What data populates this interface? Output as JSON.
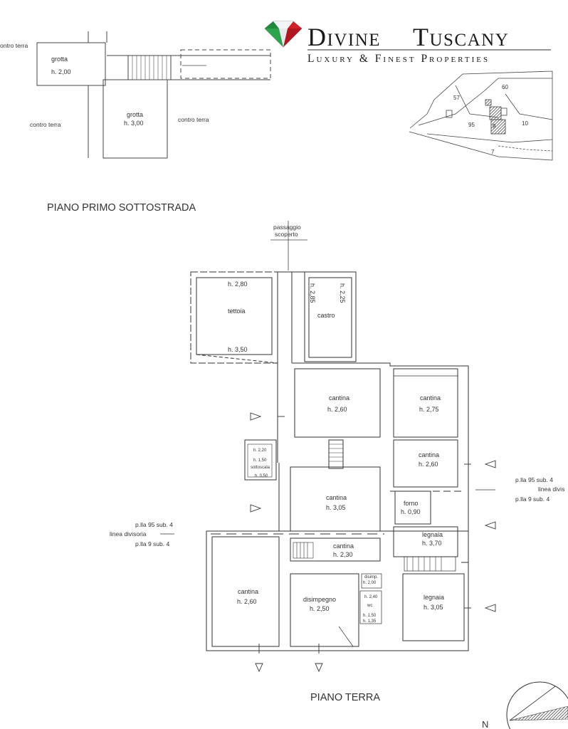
{
  "brand": {
    "name_a": "Divine",
    "name_b": "Tuscany",
    "tagline": "Luxury & Finest Properties",
    "colors": {
      "green": "#1f8a3c",
      "red": "#d0202a",
      "silver": "#c9ced4"
    }
  },
  "cadastral": {
    "p57": "57",
    "p60": "60",
    "p95": "95",
    "p9": "9",
    "p10": "10",
    "p7": "7"
  },
  "upper": {
    "contro_terra_top": "ontro terra",
    "grotta_small": {
      "name": "grotta",
      "h": "h. 2,00"
    },
    "grotta_big": {
      "name": "grotta",
      "h": "h. 3,00"
    },
    "contro_terra_left": "contro terra",
    "contro_terra_right": "contro terra"
  },
  "titles": {
    "floor1": "PIANO PRIMO SOTTOSTRADA",
    "floor0": "PIANO TERRA"
  },
  "passaggio": {
    "l1": "passaggio",
    "l2": "scoperto"
  },
  "rooms": {
    "tettoia": {
      "h_top": "h. 2,80",
      "name": "tettoia",
      "h_bottom": "h. 3,50"
    },
    "castro": {
      "h1": "h. 2,85",
      "h2": "h. 2,25",
      "name": "castro"
    },
    "cantina1": {
      "name": "cantina",
      "h": "h. 2,60"
    },
    "cantina2": {
      "name": "cantina",
      "h": "h. 2,75"
    },
    "cantina3": {
      "name": "cantina",
      "h": "h. 2,60"
    },
    "sottoscala": {
      "h1": "h. 2,20",
      "h2": "h. 1,50",
      "name": "sottoscala",
      "h3": "h. 0,50"
    },
    "cantina4": {
      "name": "cantina",
      "h": "h. 3,05"
    },
    "forno": {
      "name": "forno",
      "h": "h. 0,90"
    },
    "legnaia1": {
      "name": "legnaia",
      "h": "h. 3,70"
    },
    "cantina5": {
      "name": "cantina",
      "h": "h. 2,30"
    },
    "cantina6": {
      "name": "cantina",
      "h": "h. 2,60"
    },
    "disimpegno": {
      "name": "disimpegno",
      "h": "h. 2,50"
    },
    "disimp_small": {
      "name": "disimp.",
      "h": "h. 2,00"
    },
    "wc": {
      "h_top": "h. 2,40",
      "name": "wc",
      "h1": "h. 1,50",
      "h2": "h. 1,35"
    },
    "legnaia2": {
      "name": "legnaia",
      "h": "h. 3,05"
    }
  },
  "divisions": {
    "left": {
      "top": "p.lla 95 sub. 4",
      "mid": "linea divisoria",
      "bottom": "p.lla 9 sub. 4"
    },
    "right": {
      "top": "p.lla 95 sub. 4",
      "mid": "linea divis",
      "bottom": "p.lla 9 sub. 4"
    }
  },
  "compass": {
    "north": "N"
  }
}
